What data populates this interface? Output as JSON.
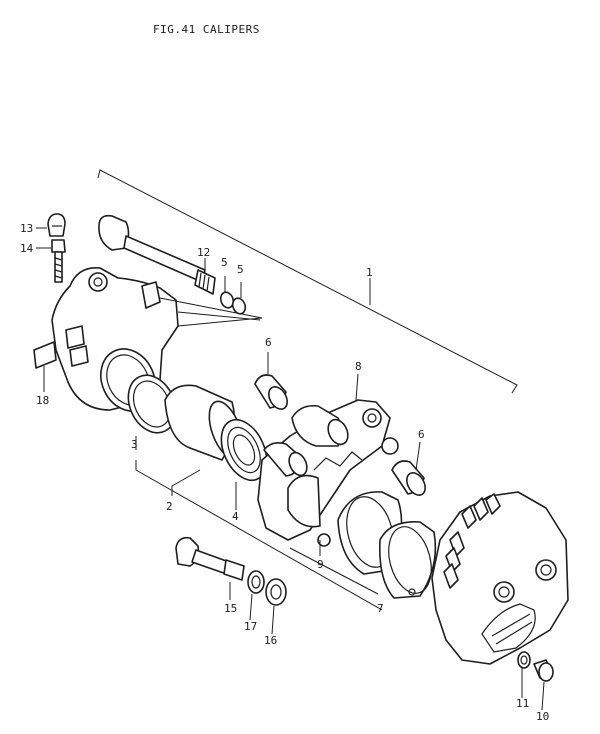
{
  "figure": {
    "title": "FIG.41  CALIPERS"
  },
  "callouts": {
    "c1": "1",
    "c2": "2",
    "c3": "3",
    "c4": "4",
    "c5a": "5",
    "c5b": "5",
    "c6a": "6",
    "c6b": "6",
    "c7": "7",
    "c8": "8",
    "c9": "9",
    "c10": "10",
    "c11": "11",
    "c12": "12",
    "c13": "13",
    "c14": "14",
    "c15": "15",
    "c16": "16",
    "c17": "17",
    "c18": "18"
  },
  "colors": {
    "ink": "#1e1e1e",
    "paper": "#ffffff"
  }
}
